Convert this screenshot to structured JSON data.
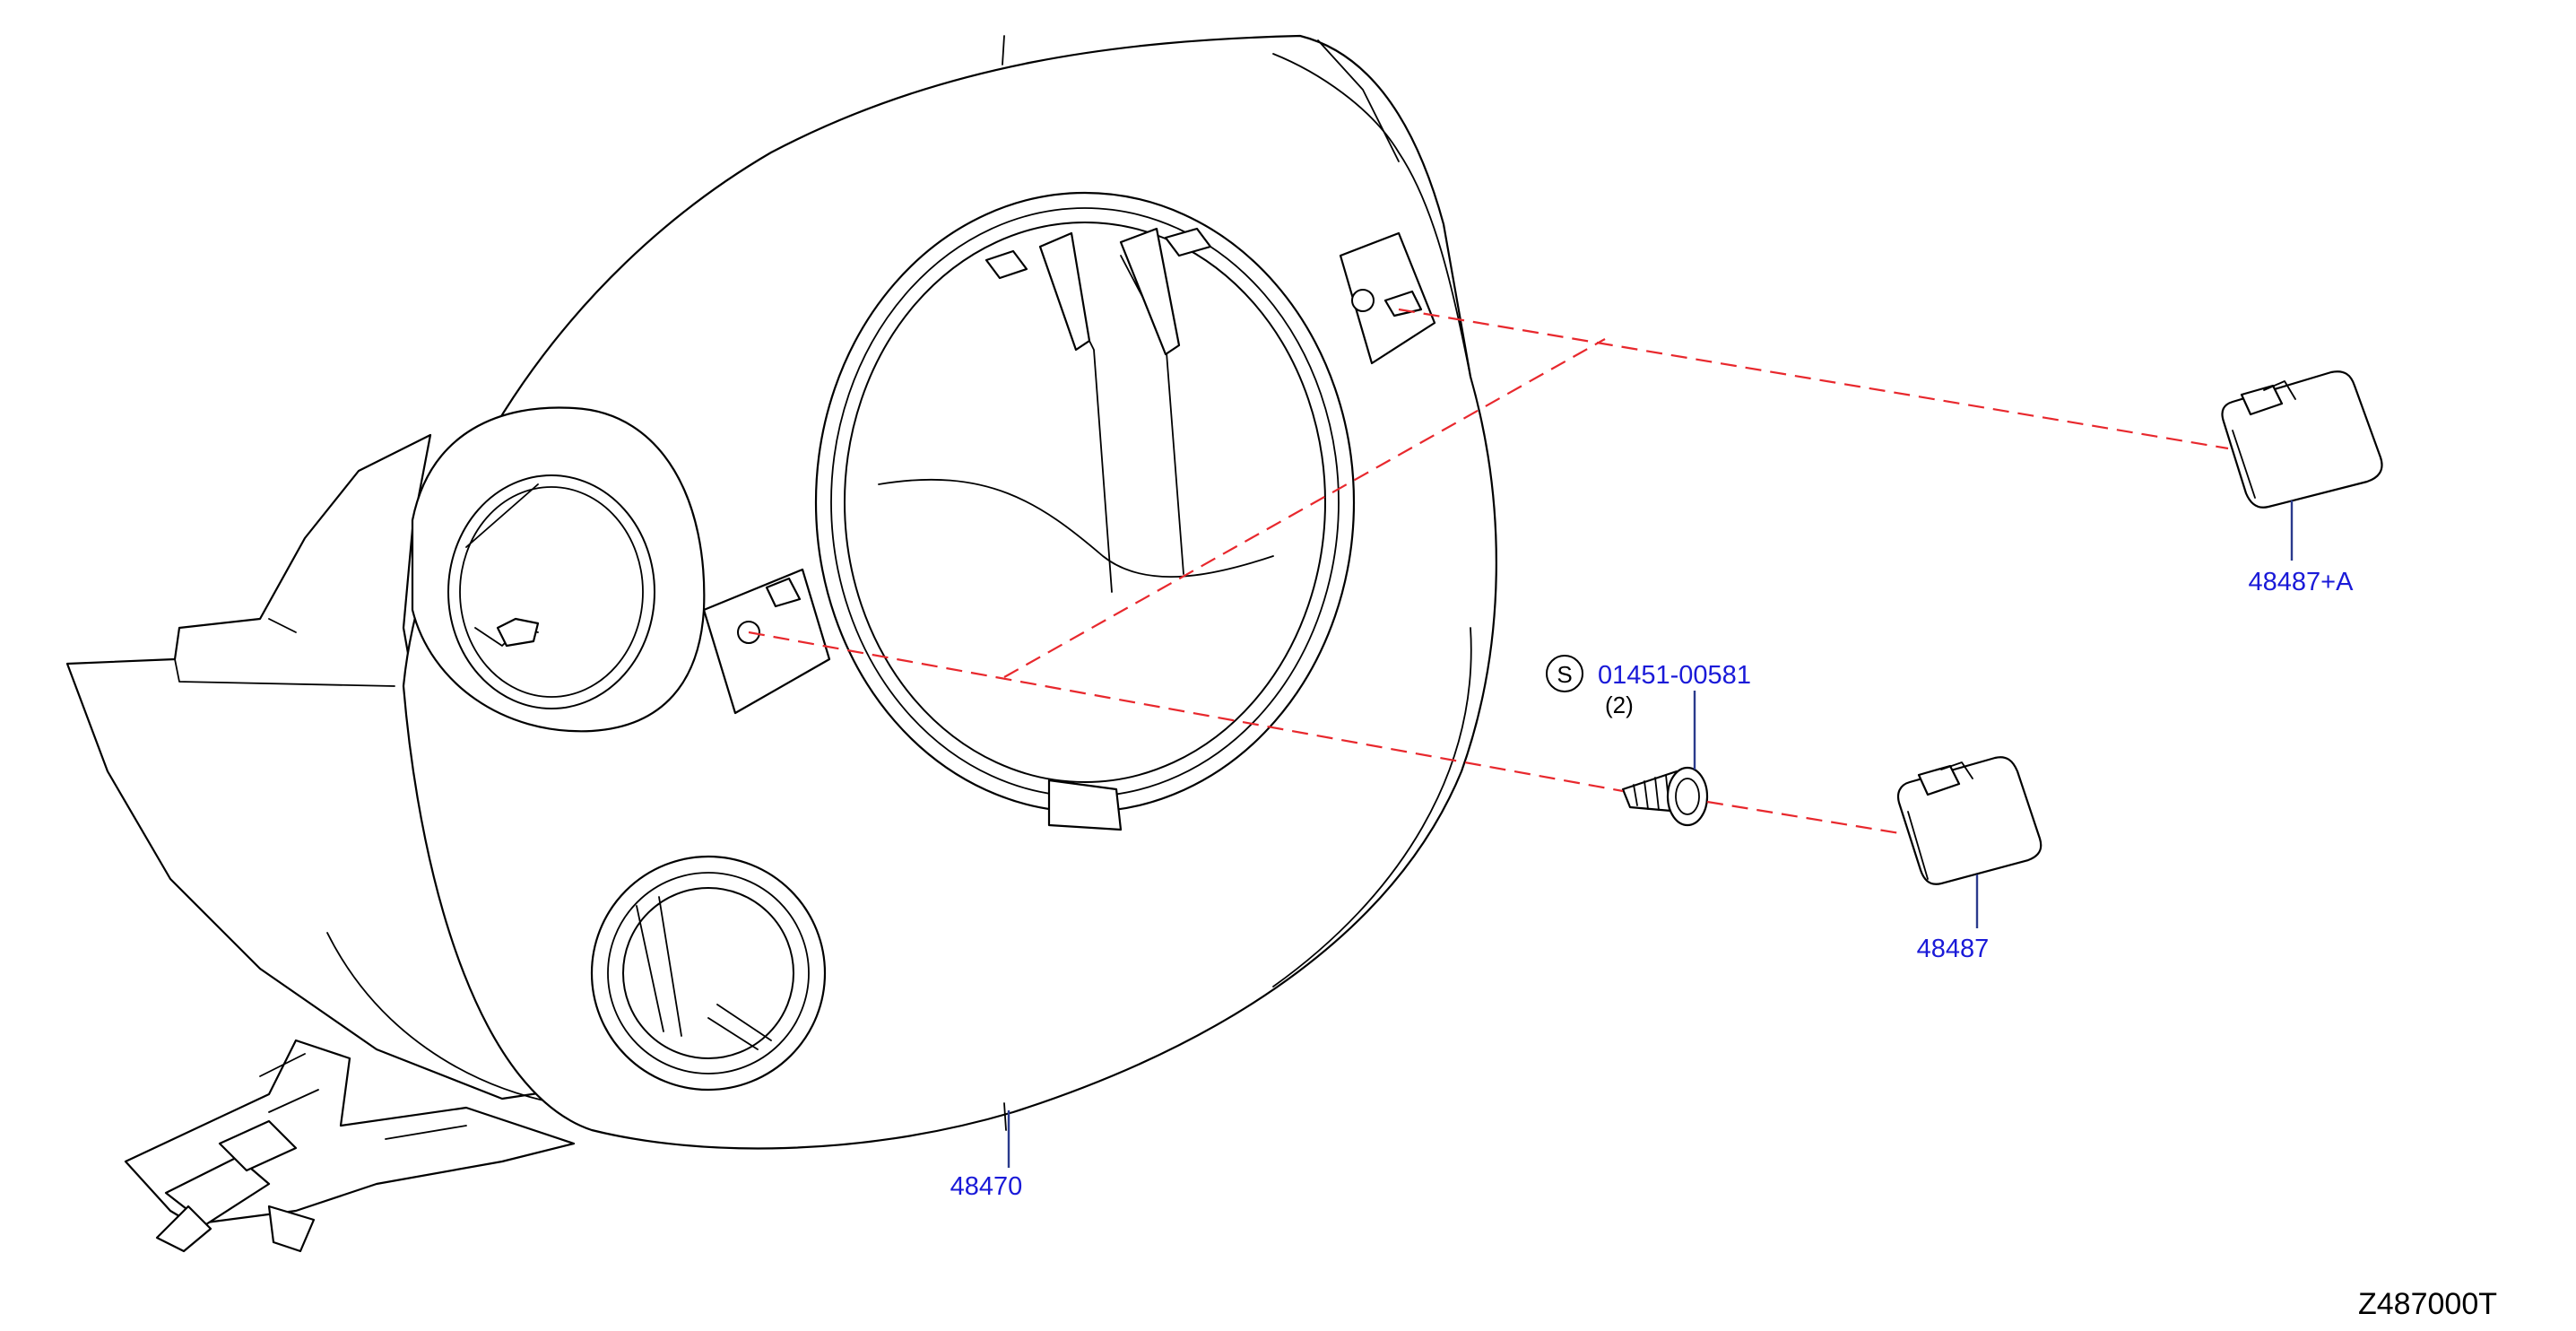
{
  "diagram": {
    "drawing_code": "Z487000T",
    "colors": {
      "callout": "#1a1ad8",
      "leader": "#2a3a8c",
      "dashed_line": "#e8282d",
      "linework": "#000000"
    },
    "callouts": {
      "column_cover": {
        "part_number": "48470"
      },
      "cap_upper": {
        "part_number": "48487+A"
      },
      "cap_lower": {
        "part_number": "48487"
      },
      "screw": {
        "symbol": "S",
        "part_number": "01451-00581",
        "quantity": "(2)"
      }
    }
  }
}
